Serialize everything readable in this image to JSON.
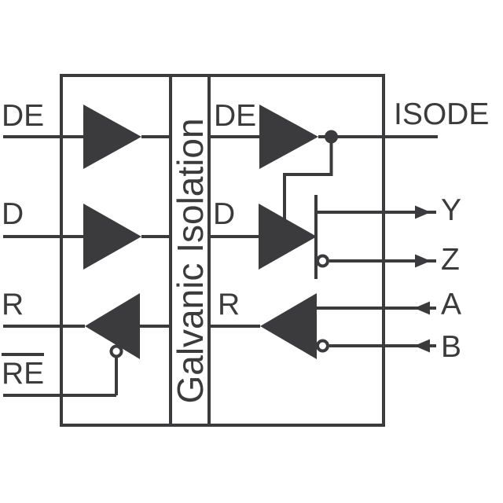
{
  "colors": {
    "ink": "#3b3b3d",
    "background": "#ffffff"
  },
  "left_section": {
    "pin_de": "DE",
    "pin_d": "D",
    "pin_r": "R",
    "pin_re": "RE"
  },
  "isolation_barrier": {
    "label": "Galvanic Isolation"
  },
  "right_section": {
    "label_de": "DE",
    "label_d": "D",
    "label_r": "R"
  },
  "bus_pins": {
    "isode": "ISODE",
    "y": "Y",
    "z": "Z",
    "a": "A",
    "b": "B"
  }
}
